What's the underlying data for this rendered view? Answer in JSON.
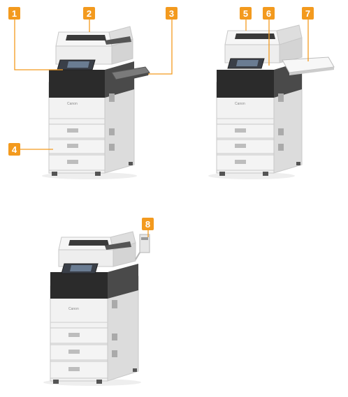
{
  "callouts": [
    {
      "id": "1",
      "label": "1"
    },
    {
      "id": "2",
      "label": "2"
    },
    {
      "id": "3",
      "label": "3"
    },
    {
      "id": "4",
      "label": "4"
    },
    {
      "id": "5",
      "label": "5"
    },
    {
      "id": "6",
      "label": "6"
    },
    {
      "id": "7",
      "label": "7"
    },
    {
      "id": "8",
      "label": "8"
    }
  ],
  "brand_text": "Canon",
  "colors": {
    "callout": "#f39a1e",
    "leader_line": "#f39a1e",
    "body_light": "#f1f1f1",
    "body_mid": "#dcdcdc",
    "body_shadow": "#b9b9b9",
    "dark_panel": "#2b2b2b",
    "touch_panel": "#3a3f48"
  }
}
